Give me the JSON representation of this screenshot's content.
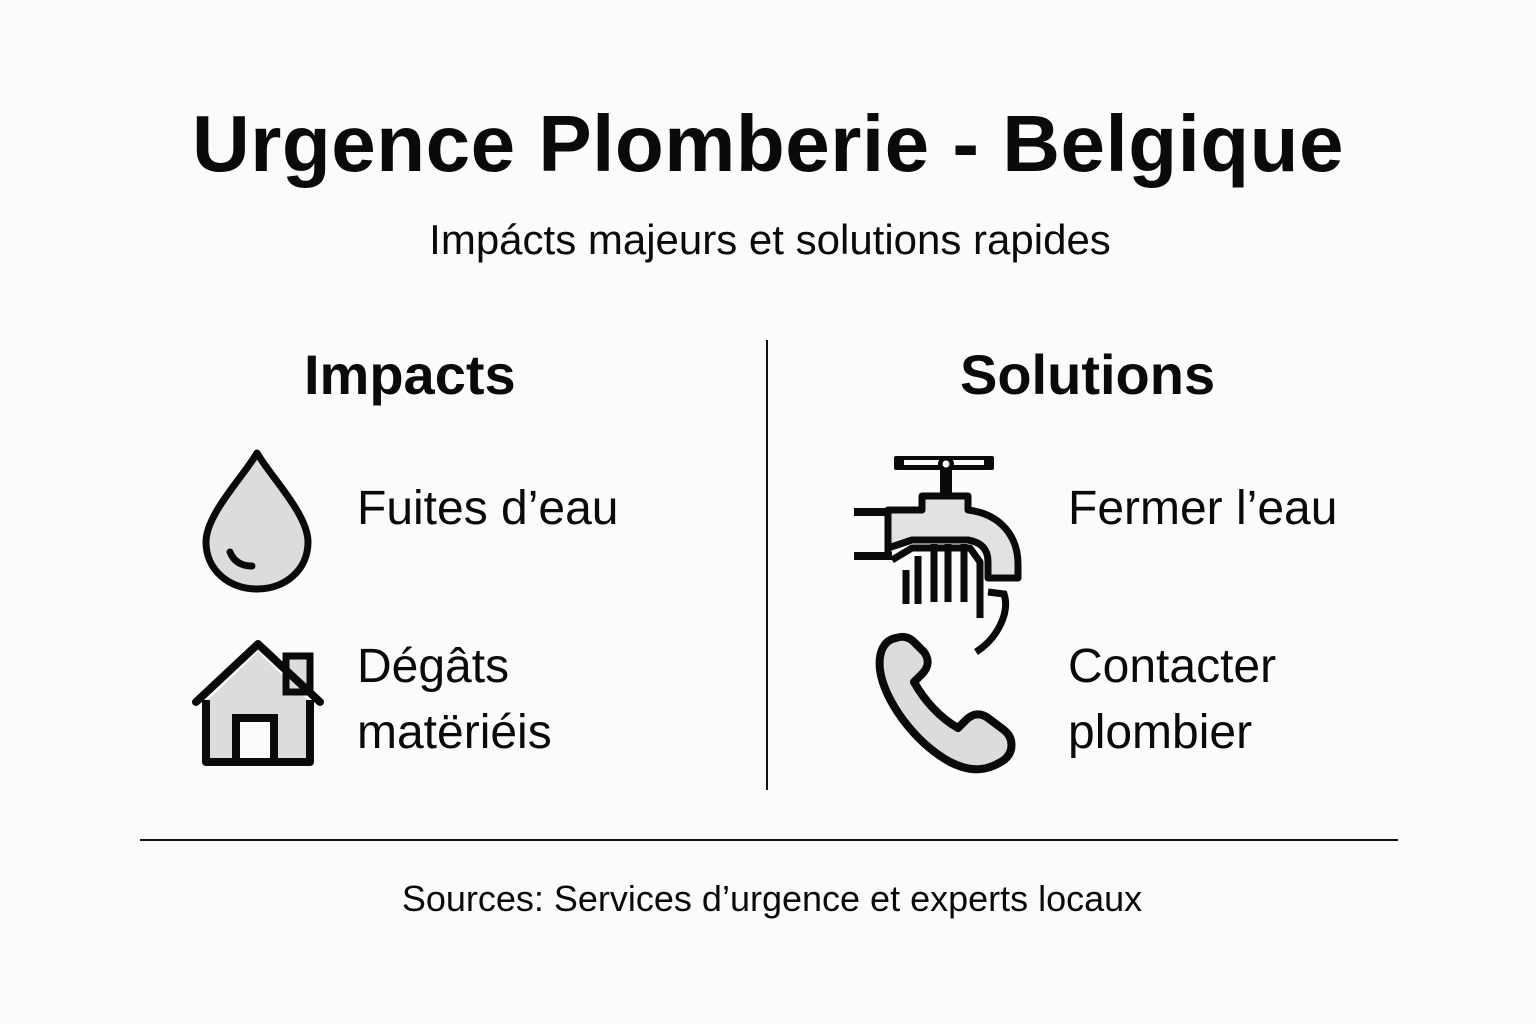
{
  "header": {
    "title": "Urgence Plomberie - Belgique",
    "subtitle": "Impácts majeurs et solutions rapides"
  },
  "impacts": {
    "heading": "Impacts",
    "items": [
      {
        "icon": "water-drop-icon",
        "lines": [
          "Fuites d’eau"
        ]
      },
      {
        "icon": "house-icon",
        "lines": [
          "Dégâts",
          "matëriéis"
        ]
      }
    ]
  },
  "solutions": {
    "heading": "Solutions",
    "items": [
      {
        "icon": "faucet-icon",
        "lines": [
          "Fermer l’eau"
        ]
      },
      {
        "icon": "phone-icon",
        "lines": [
          "Contacter",
          "plombier"
        ]
      }
    ]
  },
  "footer": {
    "sources": "Sources: Services d’urgence et experts locaux"
  },
  "colors": {
    "background": "#fcfbf9",
    "text": "#0a0a0a",
    "icon_stroke": "#0a0a0a",
    "icon_fill": "#dcdcda"
  }
}
